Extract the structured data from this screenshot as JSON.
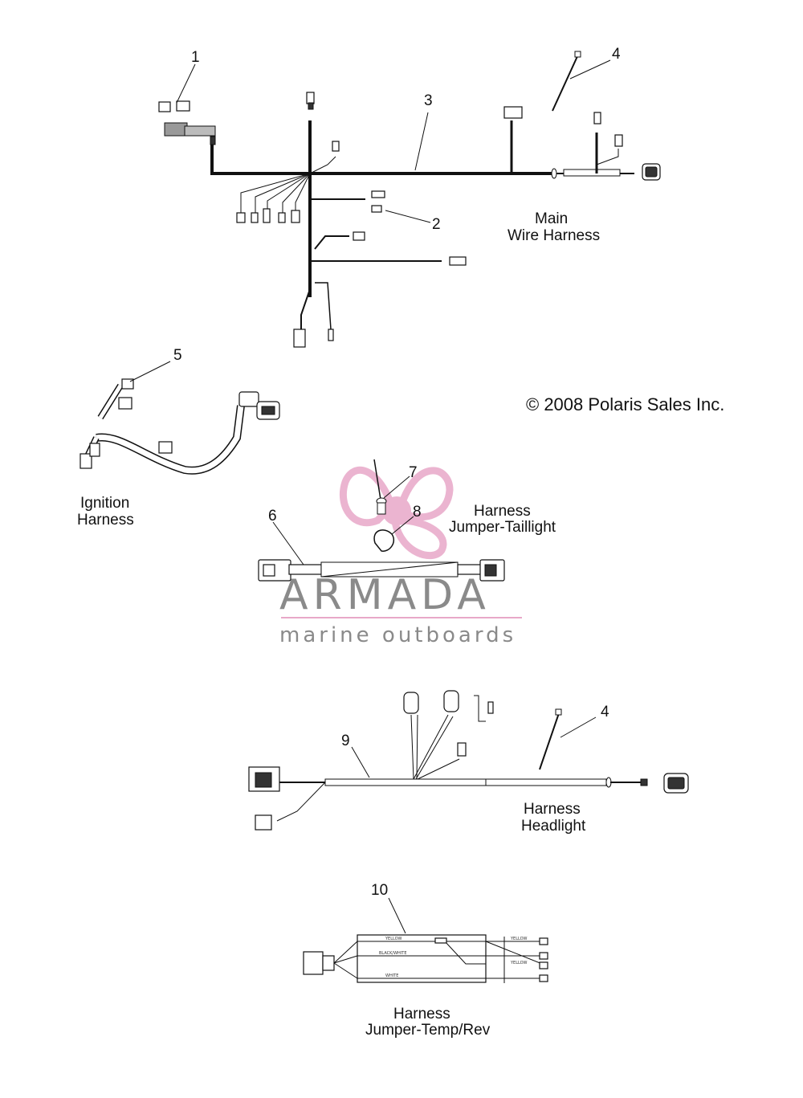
{
  "callouts": {
    "n1": "1",
    "n2": "2",
    "n3": "3",
    "n4a": "4",
    "n4b": "4",
    "n5": "5",
    "n6": "6",
    "n7": "7",
    "n8": "8",
    "n9": "9",
    "n10": "10"
  },
  "labels": {
    "main_line1": "Main",
    "main_line2": "Wire Harness",
    "ignition_line1": "Ignition",
    "ignition_line2": "Harness",
    "taillight_line1": "Harness",
    "taillight_line2": "Jumper-Taillight",
    "headlight_line1": "Harness",
    "headlight_line2": "Headlight",
    "temprev_line1": "Harness",
    "temprev_line2": "Jumper-Temp/Rev"
  },
  "copyright": "© 2008 Polaris Sales Inc.",
  "watermark": {
    "brand": "ARMADA",
    "tagline": "marine outboards",
    "brand_color": "#8a8a8a",
    "accent_color": "#e8a8c8"
  },
  "wire_labels": {
    "yellow_top": "YELLOW",
    "black_white": "BLACK/WHITE",
    "white": "WHITE",
    "yellow_r1": "YELLOW",
    "yellow_r2": "YELLOW"
  }
}
